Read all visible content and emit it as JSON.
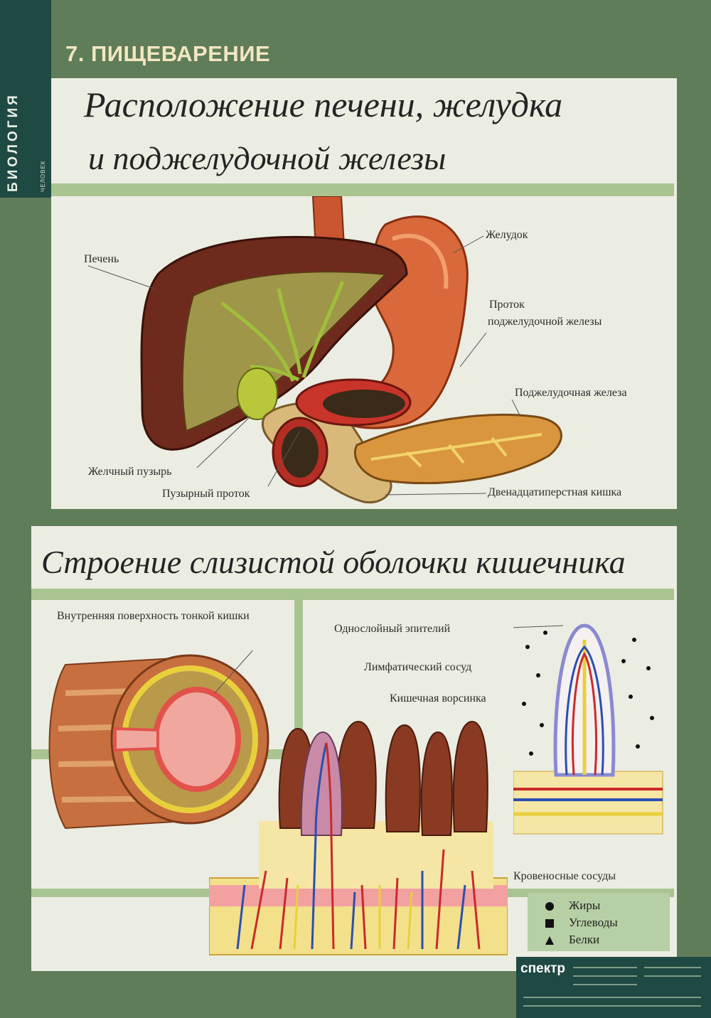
{
  "sidebar": {
    "subject": "БИОЛОГИЯ",
    "subtitle": "ЧЕЛОВЕК"
  },
  "header": {
    "number_title": "7. ПИЩЕВАРЕНИЕ"
  },
  "section1": {
    "title_line1": "Расположение печени, желудка",
    "title_line2": "и поджелудочной железы",
    "labels": {
      "liver": "Печень",
      "stomach": "Желудок",
      "pancreatic_duct_1": "Проток",
      "pancreatic_duct_2": "поджелудочной железы",
      "pancreas": "Поджелудочная железа",
      "gallbladder": "Желчный пузырь",
      "cystic_duct": "Пузырный проток",
      "duodenum": "Двенадцатиперстная кишка"
    }
  },
  "section2": {
    "title": "Строение слизистой оболочки кишечника",
    "labels": {
      "inner_surface": "Внутренняя поверхность тонкой кишки",
      "epithelium": "Однослойный эпителий",
      "lymph_vessel": "Лимфатический сосуд",
      "villus": "Кишечная ворсинка",
      "blood_vessels": "Кровеносные сосуды"
    },
    "legend": {
      "fats": "Жиры",
      "carbs": "Углеводы",
      "proteins": "Белки"
    }
  },
  "footer": {
    "logo": "спектр"
  },
  "colors": {
    "frame": "#5f7d58",
    "dark_tab": "#1f4a44",
    "panel": "#ebede2",
    "band": "#a9c391",
    "header_text": "#f3e7c2",
    "liver": "#6e2a1c",
    "stomach": "#d9693a",
    "pancreas": "#d9963f",
    "bile": "#9fbf3a",
    "artery": "#c92a2a",
    "vein": "#2a4fb0",
    "lymph": "#e8cf3c"
  }
}
